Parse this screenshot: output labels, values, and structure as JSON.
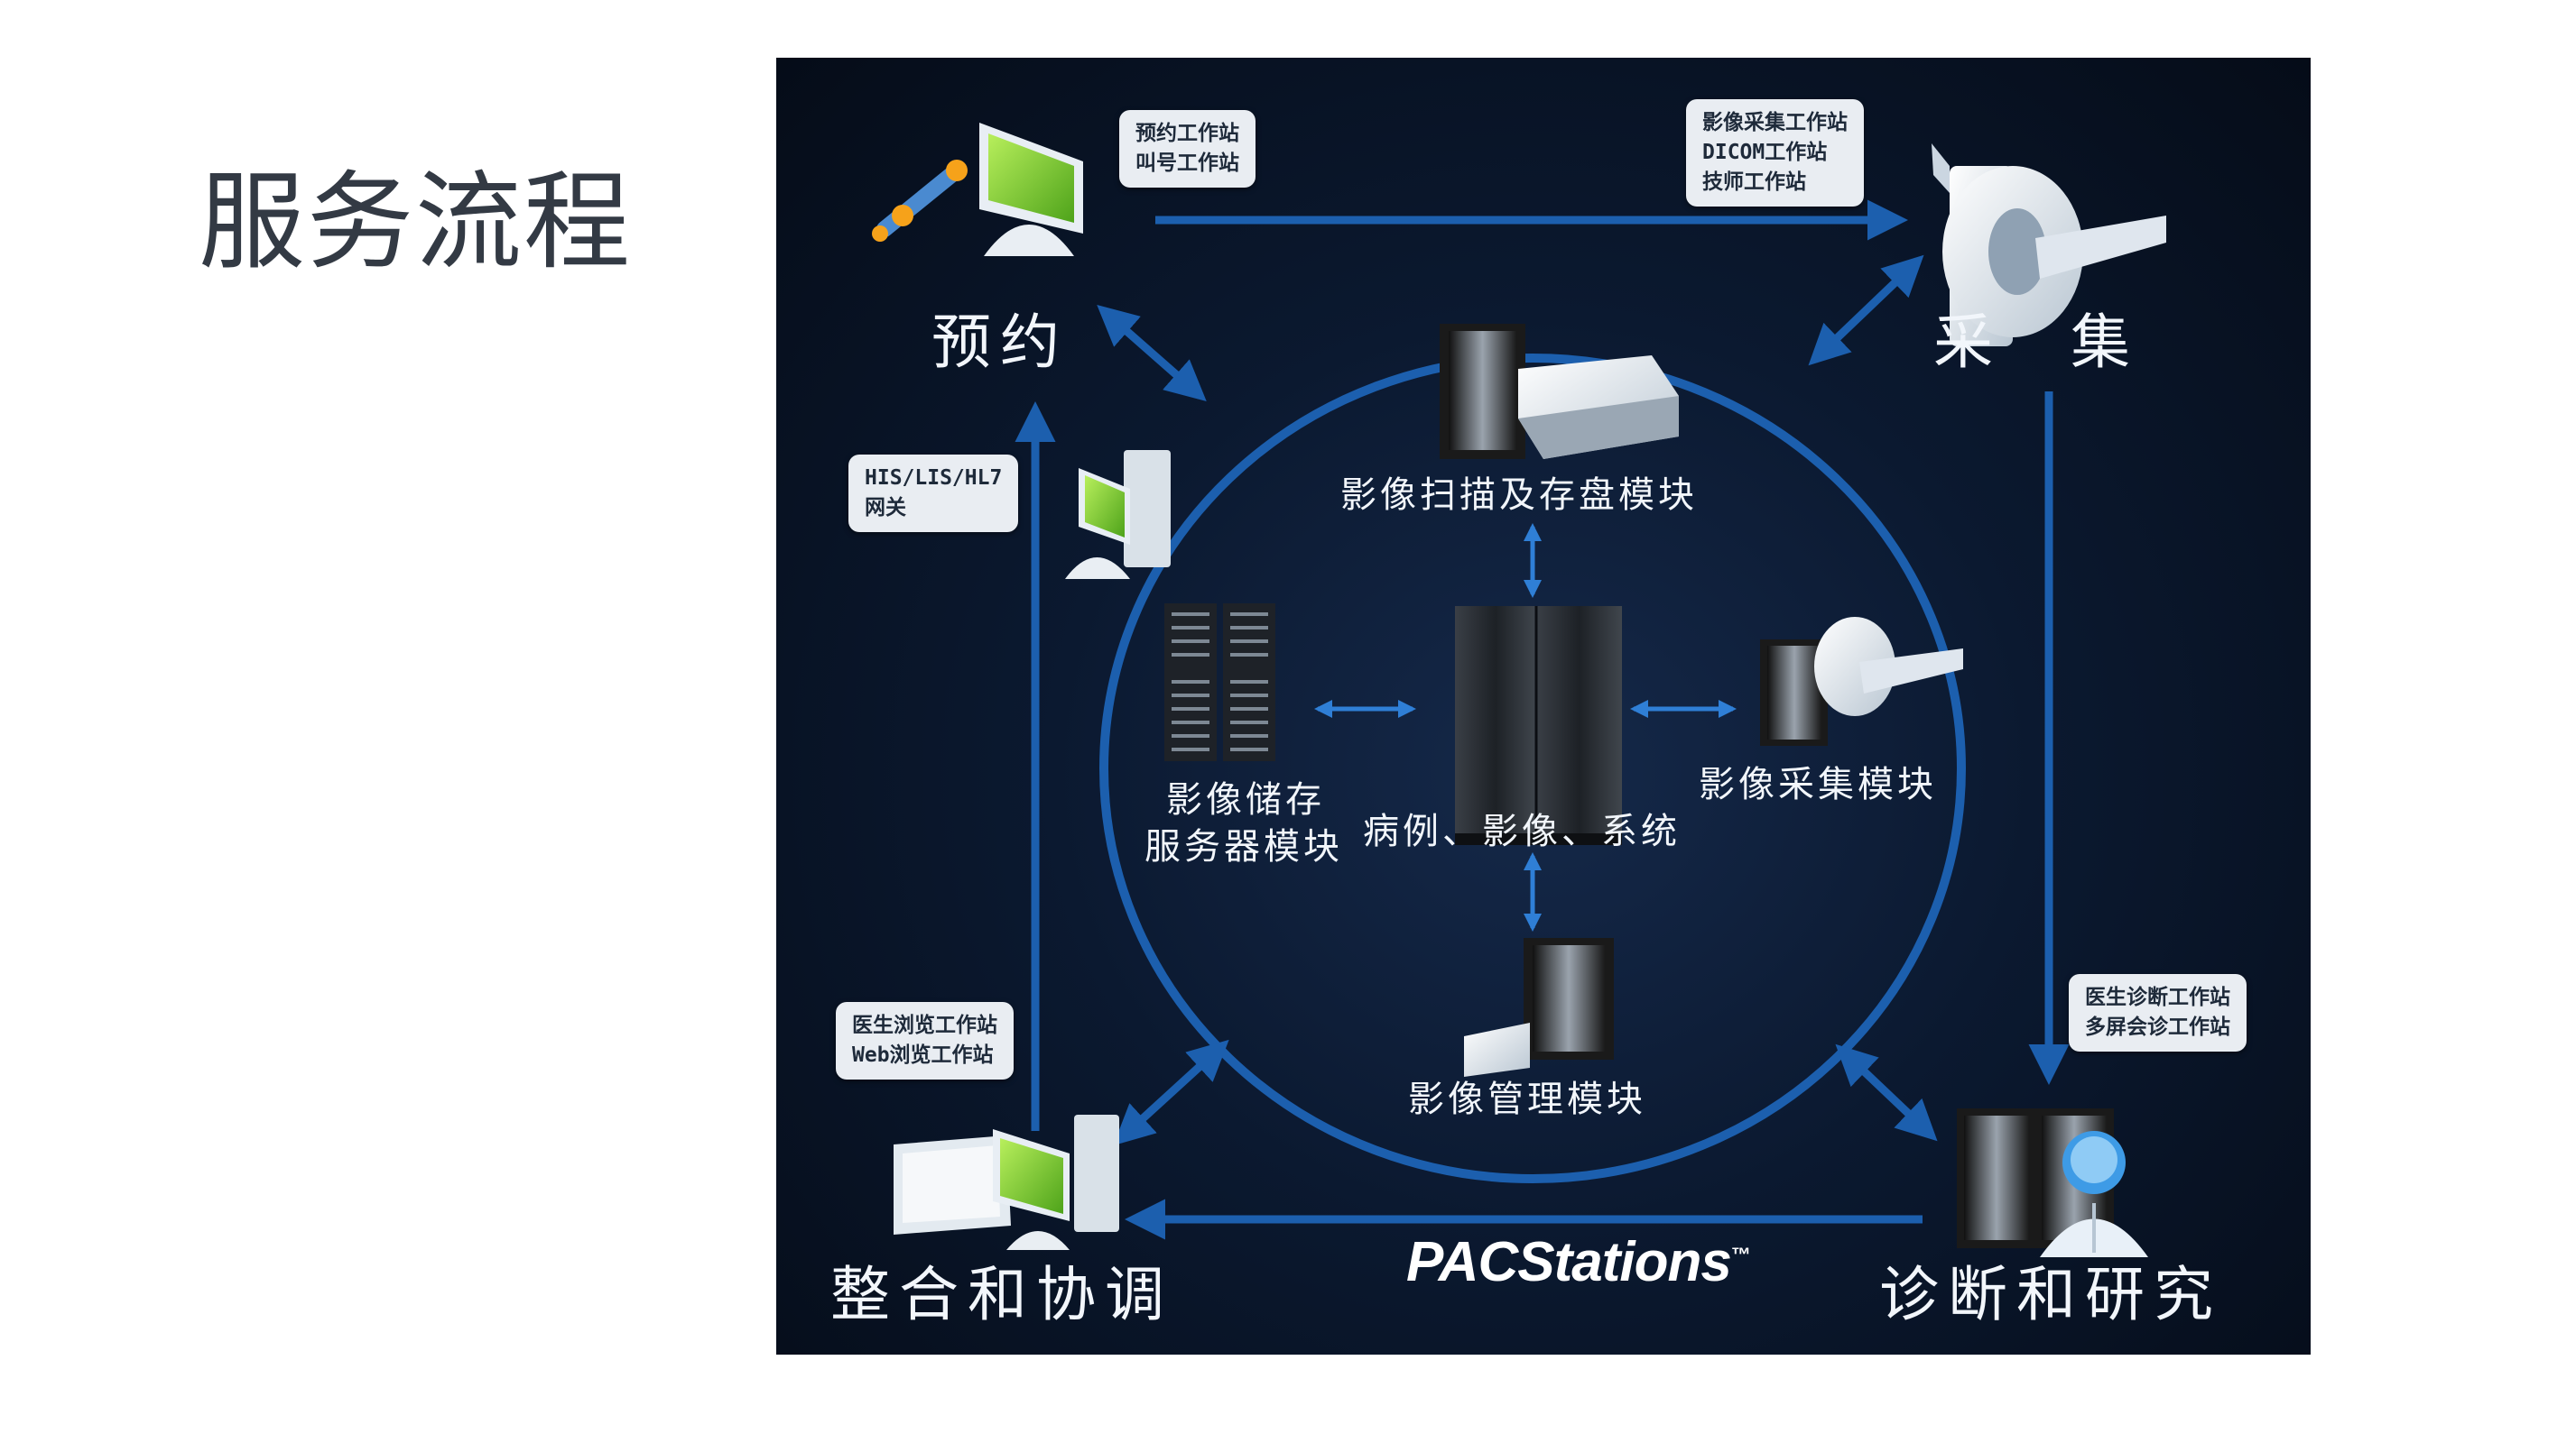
{
  "page": {
    "title": "服务流程"
  },
  "diagram": {
    "corners": {
      "reservation": "预约",
      "acquisition": "采　集",
      "diagnosis": "诊断和研究",
      "integration": "整合和协调"
    },
    "bubbles": {
      "reservation": [
        "预约工作站",
        "叫号工作站"
      ],
      "acquisition": [
        "影像采集工作站",
        "DICOM工作站",
        "技师工作站"
      ],
      "gateway": [
        "HIS/LIS/HL7",
        "网关"
      ],
      "integration": [
        "医生浏览工作站",
        "Web浏览工作站"
      ],
      "diagnosis": [
        "医生诊断工作站",
        "多屏会诊工作站"
      ]
    },
    "modules": {
      "scan": "影像扫描及存盘模块",
      "storage_line1": "影像储存",
      "storage_line2": "服务器模块",
      "center": "病例、影像、系统",
      "capture": "影像采集模块",
      "management": "影像管理模块"
    },
    "brand": "PACStations",
    "brand_tm": "™",
    "colors": {
      "arrow": "#1c5fae",
      "accent_green": "#7dcc2a"
    }
  }
}
